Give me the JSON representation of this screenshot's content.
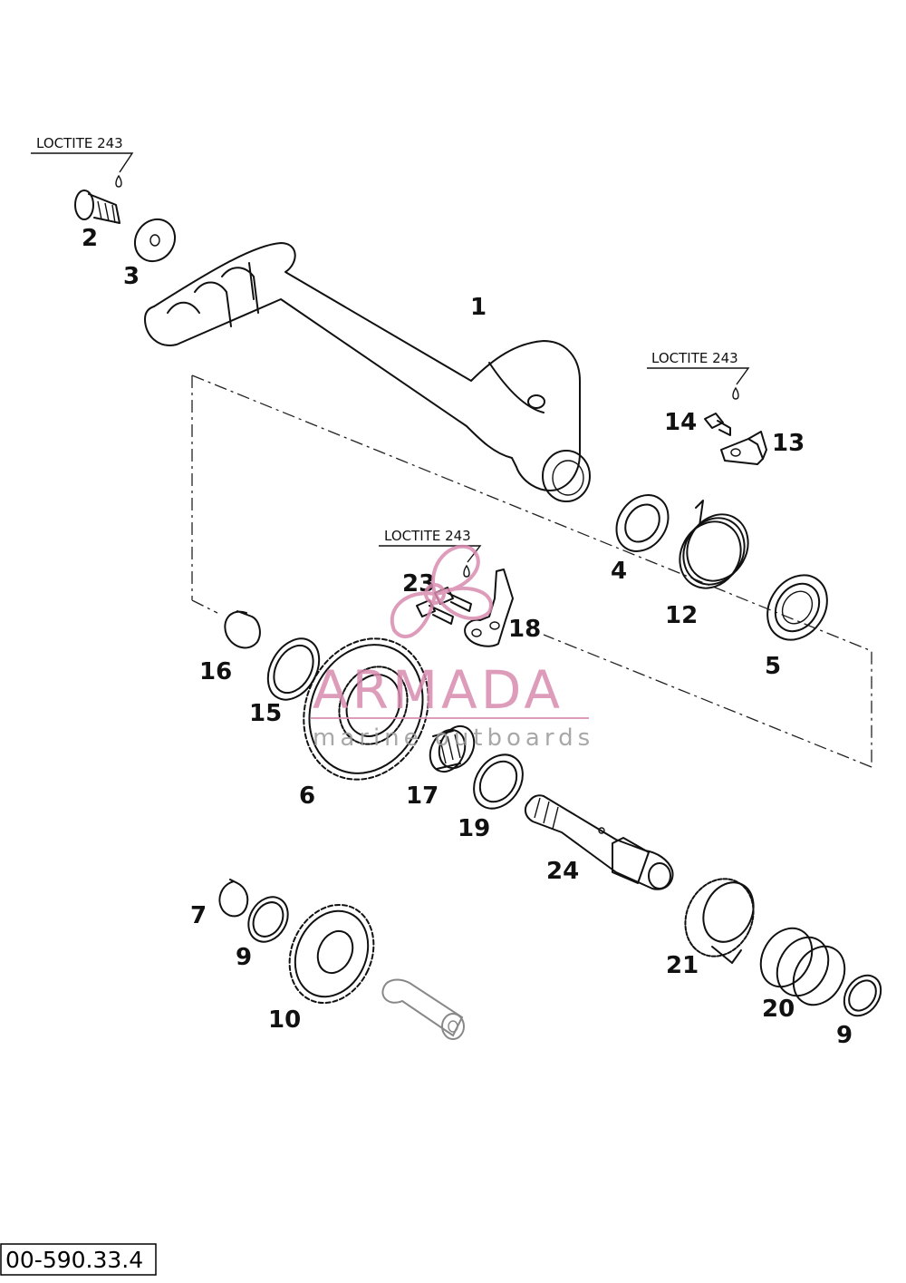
{
  "diagram": {
    "code": "00-590.33.4",
    "loctite_labels": [
      "LOCTITE 243",
      "LOCTITE 243",
      "LOCTITE 243"
    ],
    "parts": [
      "1",
      "2",
      "3",
      "4",
      "5",
      "6",
      "7",
      "9",
      "9",
      "10",
      "12",
      "13",
      "14",
      "15",
      "16",
      "17",
      "18",
      "19",
      "20",
      "21",
      "23",
      "24"
    ],
    "watermark": {
      "brand": "ARMADA",
      "tagline": "marine outboards",
      "color": "#d98bb0"
    },
    "colors": {
      "line": "#111111",
      "accent": "#d98bb0"
    }
  }
}
